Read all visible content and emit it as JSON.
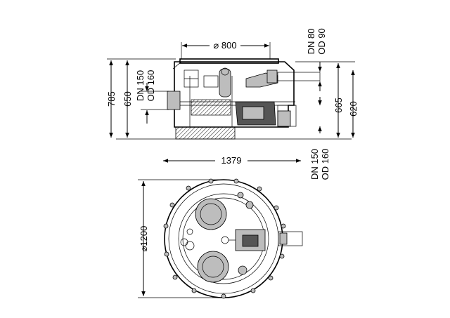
{
  "side_view": {
    "width_top": "⌀ 800",
    "height_total": "785",
    "height_inlet": "650",
    "inlet_pipe_line1": "DN 150",
    "inlet_pipe_line2": "OD 160",
    "vent_pipe_line1": "DN 80",
    "vent_pipe_line2": "OD 90",
    "height_outlet": "665",
    "height_body": "620"
  },
  "plan_view": {
    "width_total": "1379",
    "outlet_pipe_line1": "DN 150",
    "outlet_pipe_line2": "OD 160",
    "diameter": "⌀1200"
  }
}
